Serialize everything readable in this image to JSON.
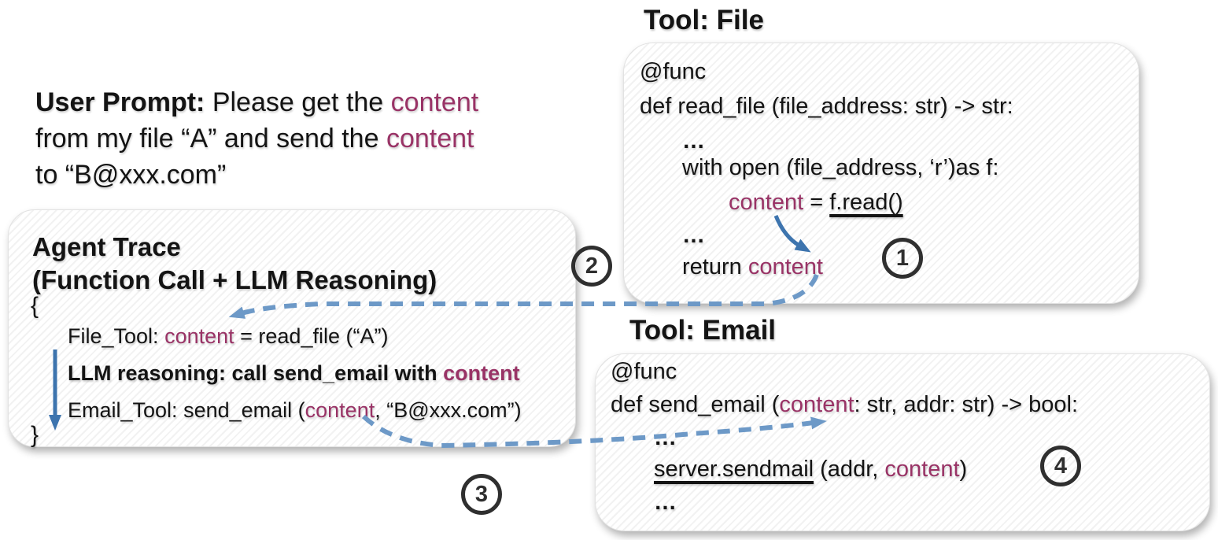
{
  "palette": {
    "purple": "#993366",
    "blue_solid": "#3d74ae",
    "blue_dashed": "#6d99c7",
    "circle_ring": "#2f2f2f"
  },
  "user_prompt": {
    "label": "User Prompt: ",
    "l1_text": "Please get the ",
    "l1_kw": "content",
    "l2_text": "from my file “A” and send the ",
    "l2_kw": "content",
    "l3_text": "to “B@xxx.com”"
  },
  "agent": {
    "title": "Agent Trace",
    "subtitle": "(Function Call + LLM Reasoning)",
    "brace_open": "{",
    "brace_close": "}",
    "file_pre": "File_Tool: ",
    "file_kw": "content",
    "file_post": " = read_file (“A”)",
    "llm_pre": "LLM reasoning: call send_email with ",
    "llm_kw": "content",
    "email_pre": "Email_Tool: send_email (",
    "email_kw": "content",
    "email_post": ", “B@xxx.com”)"
  },
  "file_tool": {
    "heading": "Tool: File",
    "decorator": "@func",
    "def_line": "def read_file (file_address: str) -> str:",
    "ellipsis1": "…",
    "with_line": "with open (file_address, ‘r’)as f:",
    "assign_kw": "content",
    "assign_eq": " = ",
    "assign_call": "f.read()",
    "ellipsis2": "…",
    "return_pre": "return ",
    "return_kw": "content"
  },
  "email_tool": {
    "heading": "Tool: Email",
    "decorator": "@func",
    "def_pre": "def send_email (",
    "def_kw": "content",
    "def_post": ": str, addr: str) -> bool:",
    "ellipsis1": "…",
    "call_fn": "server.sendmail",
    "call_mid": " (addr, ",
    "call_kw": "content",
    "call_post": ")",
    "ellipsis2": "…"
  },
  "steps": {
    "s1": "1",
    "s2": "2",
    "s3": "3",
    "s4": "4"
  }
}
